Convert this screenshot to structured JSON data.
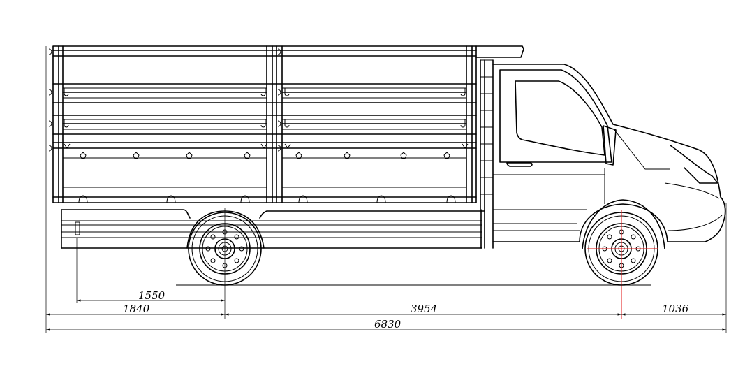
{
  "drawing": {
    "colors": {
      "line": "#000000",
      "centerline": "#e01010",
      "background": "#ffffff"
    },
    "dimensions": {
      "front_overhang_cab": "1550",
      "rear_overhang": "1840",
      "wheelbase": "3954",
      "front_overhang": "1036",
      "overall_length": "6830"
    }
  }
}
